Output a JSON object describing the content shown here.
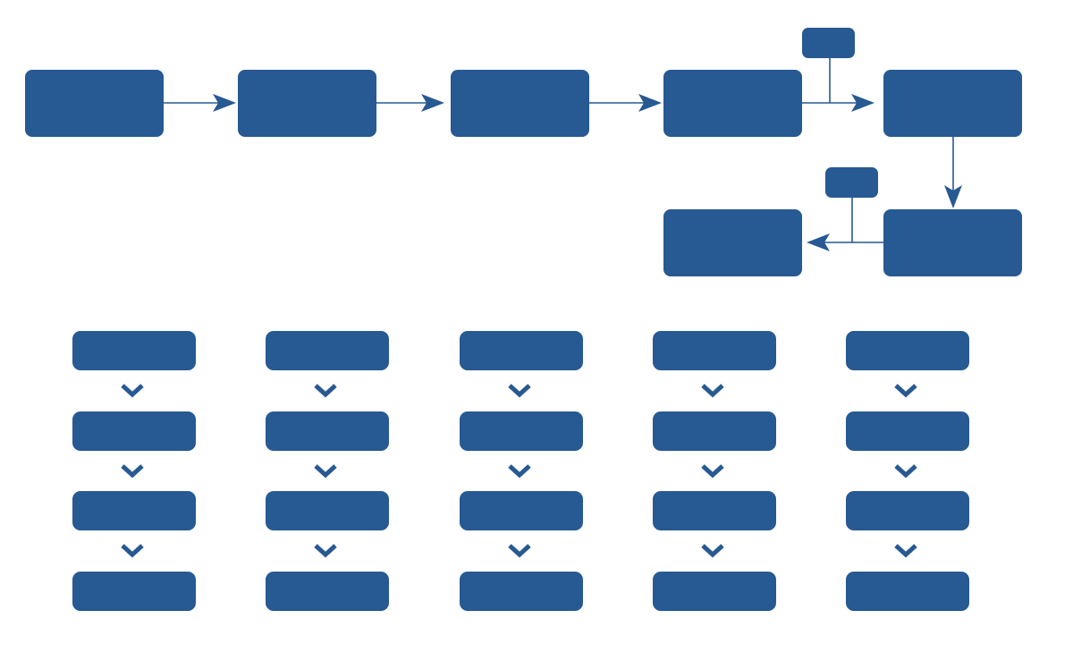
{
  "diagram": {
    "colors": {
      "node": "#275992",
      "connector": "#275992",
      "background": "#ffffff"
    },
    "flow": {
      "steps": [
        {
          "id": "step-1",
          "label": ""
        },
        {
          "id": "step-2",
          "label": ""
        },
        {
          "id": "step-3",
          "label": ""
        },
        {
          "id": "step-4",
          "label": ""
        },
        {
          "id": "step-5",
          "label": ""
        },
        {
          "id": "step-6",
          "label": ""
        },
        {
          "id": "step-7",
          "label": ""
        }
      ],
      "tags": [
        {
          "id": "tag-1",
          "label": ""
        },
        {
          "id": "tag-2",
          "label": ""
        }
      ],
      "edges": [
        {
          "from": "step-1",
          "to": "step-2"
        },
        {
          "from": "step-2",
          "to": "step-3"
        },
        {
          "from": "step-3",
          "to": "step-4"
        },
        {
          "from": "step-4",
          "to": "step-5"
        },
        {
          "from": "step-5",
          "to": "step-6"
        },
        {
          "from": "step-6",
          "to": "step-7"
        }
      ]
    },
    "columns": [
      {
        "items": [
          "",
          "",
          "",
          ""
        ]
      },
      {
        "items": [
          "",
          "",
          "",
          ""
        ]
      },
      {
        "items": [
          "",
          "",
          "",
          ""
        ]
      },
      {
        "items": [
          "",
          "",
          "",
          ""
        ]
      },
      {
        "items": [
          "",
          "",
          "",
          ""
        ]
      }
    ]
  }
}
